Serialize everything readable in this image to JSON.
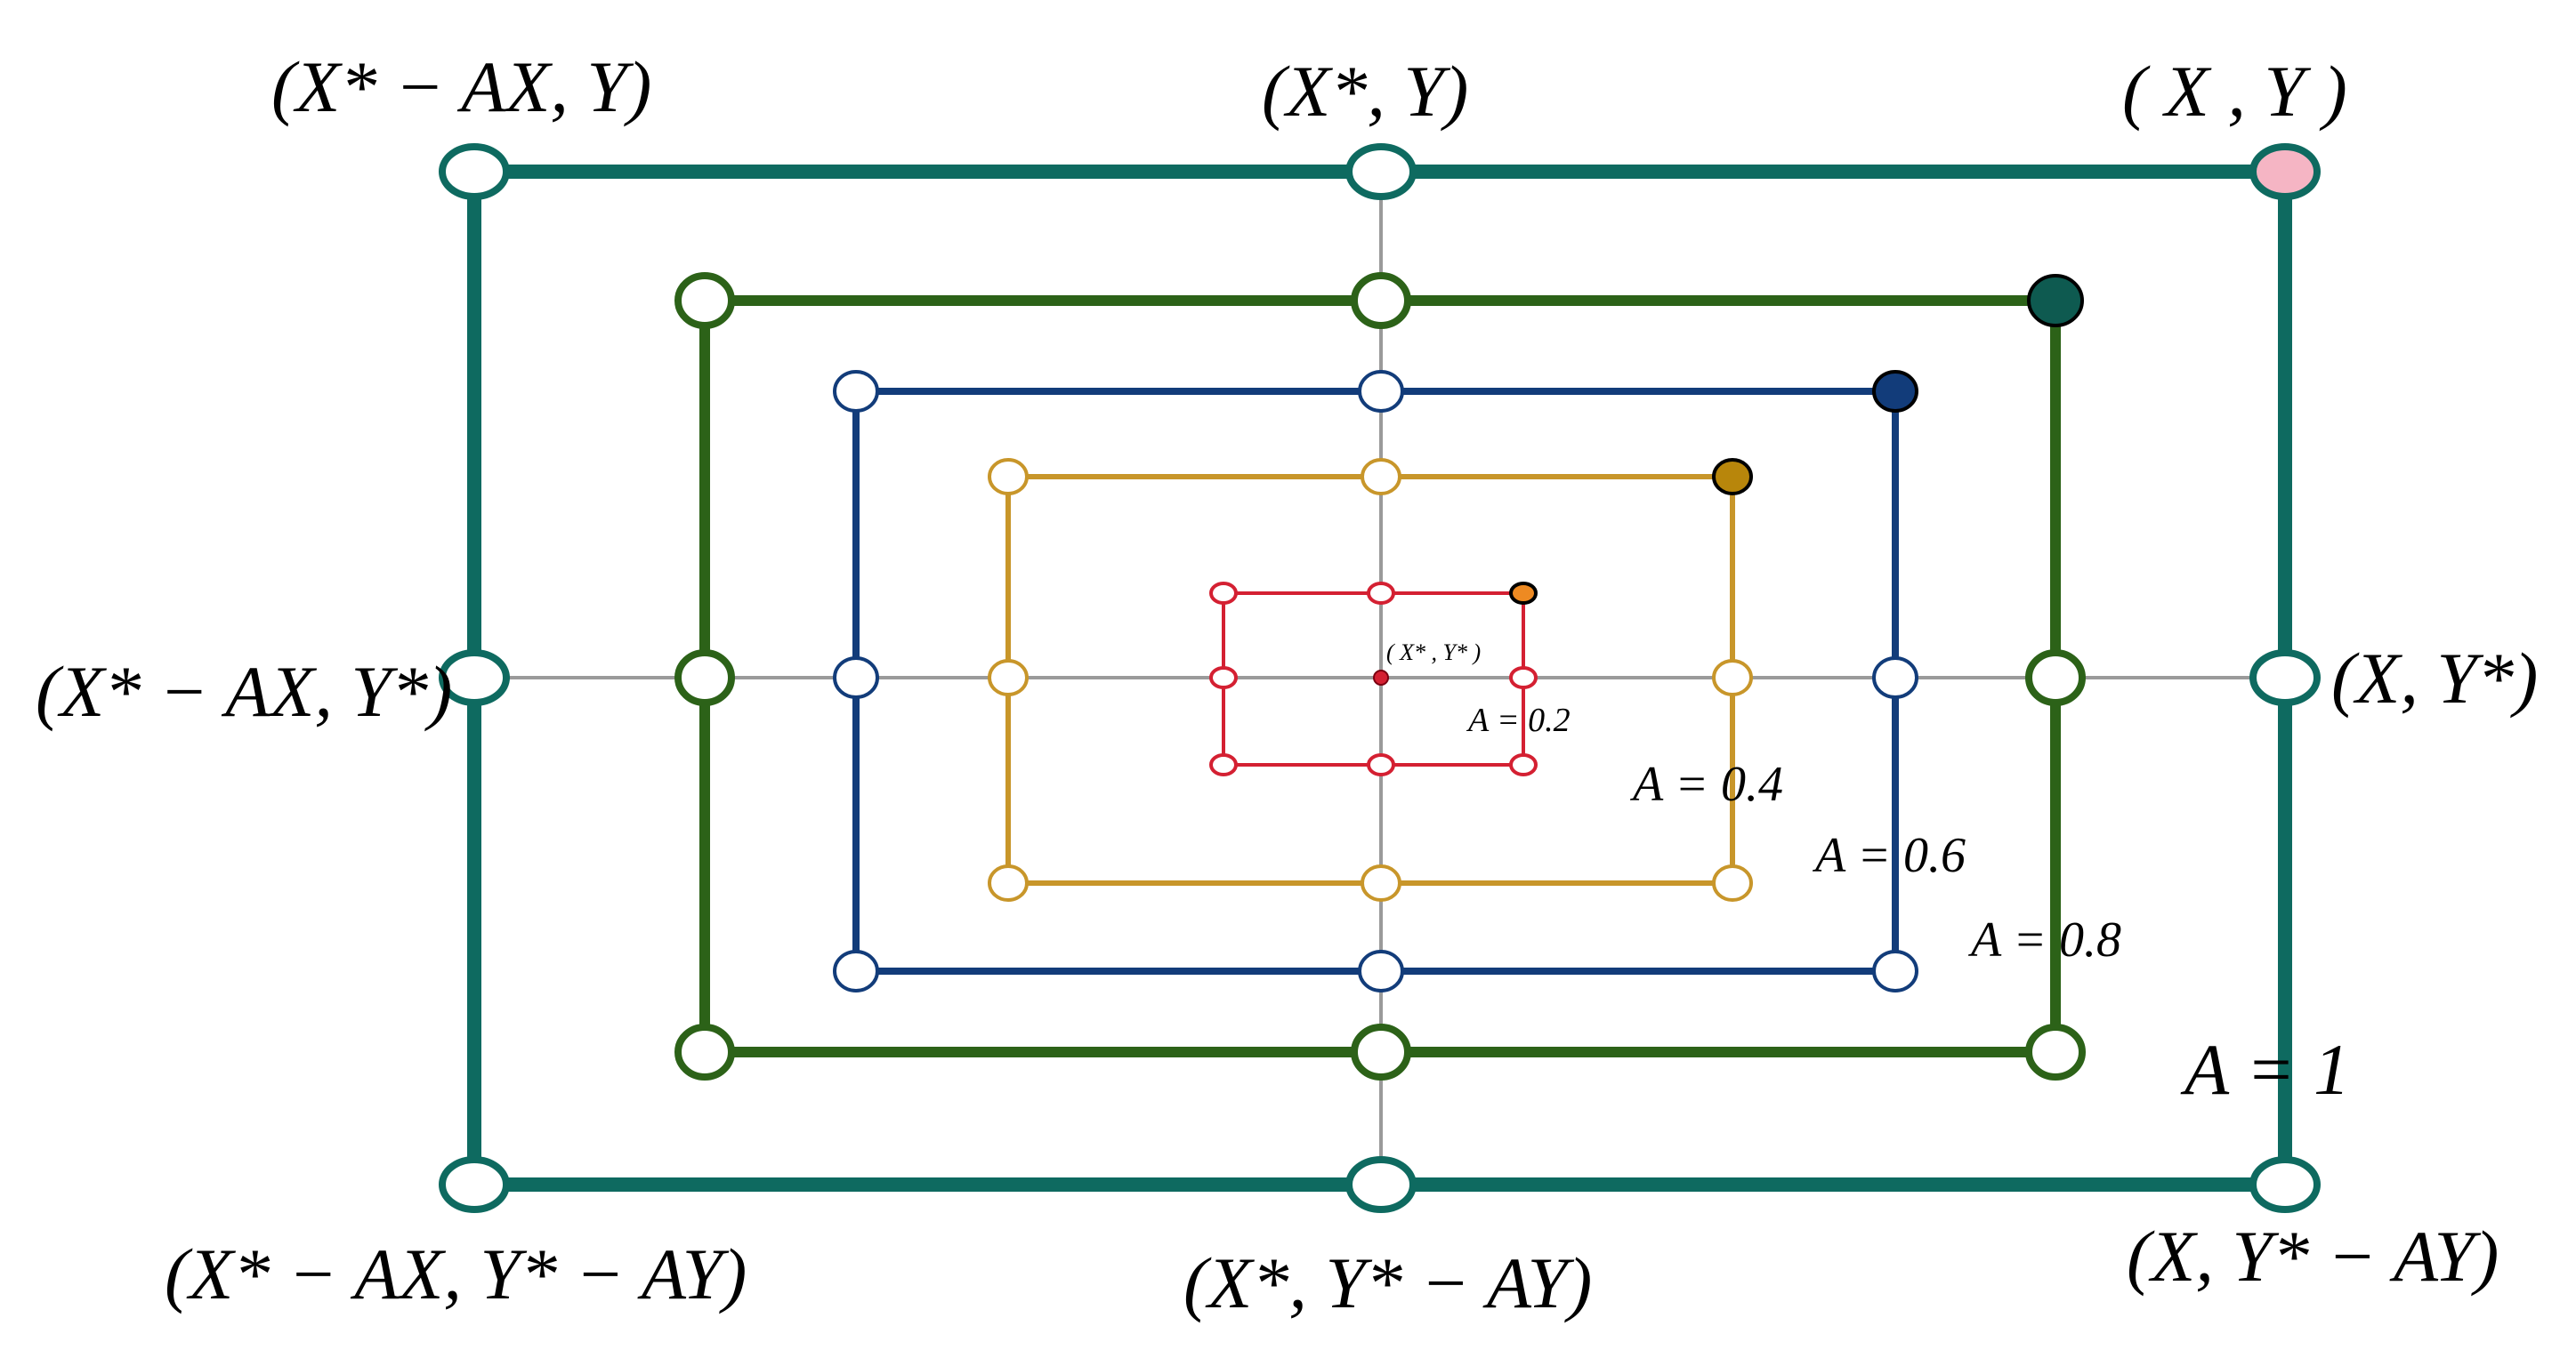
{
  "axis_color": "#9a9a9a",
  "labels": {
    "top_left": "(X* − AX, Y)",
    "top_mid": "(X*, Y)",
    "top_right": "( X , Y )",
    "mid_left": "(X* − AX, Y*)",
    "mid_right": "(X, Y*)",
    "bot_left": "(X* − AX, Y* − AY)",
    "bot_mid": "(X*, Y* − AY)",
    "bot_right": "(X, Y* − AY)",
    "center": "( X* , Y* )"
  },
  "levels": [
    {
      "label": "A = 0.2",
      "color": "#d42032",
      "fill": "#ee8a22"
    },
    {
      "label": "A = 0.4",
      "color": "#c8962a",
      "fill": "#b8860b"
    },
    {
      "label": "A = 0.6",
      "color": "#123c7a",
      "fill": "#123c7a"
    },
    {
      "label": "A = 0.8",
      "color": "#2c6218",
      "fill": "#0e5a50"
    },
    {
      "label": "A = 1",
      "color": "#0e6a60",
      "fill": "#f5b5c4"
    }
  ]
}
